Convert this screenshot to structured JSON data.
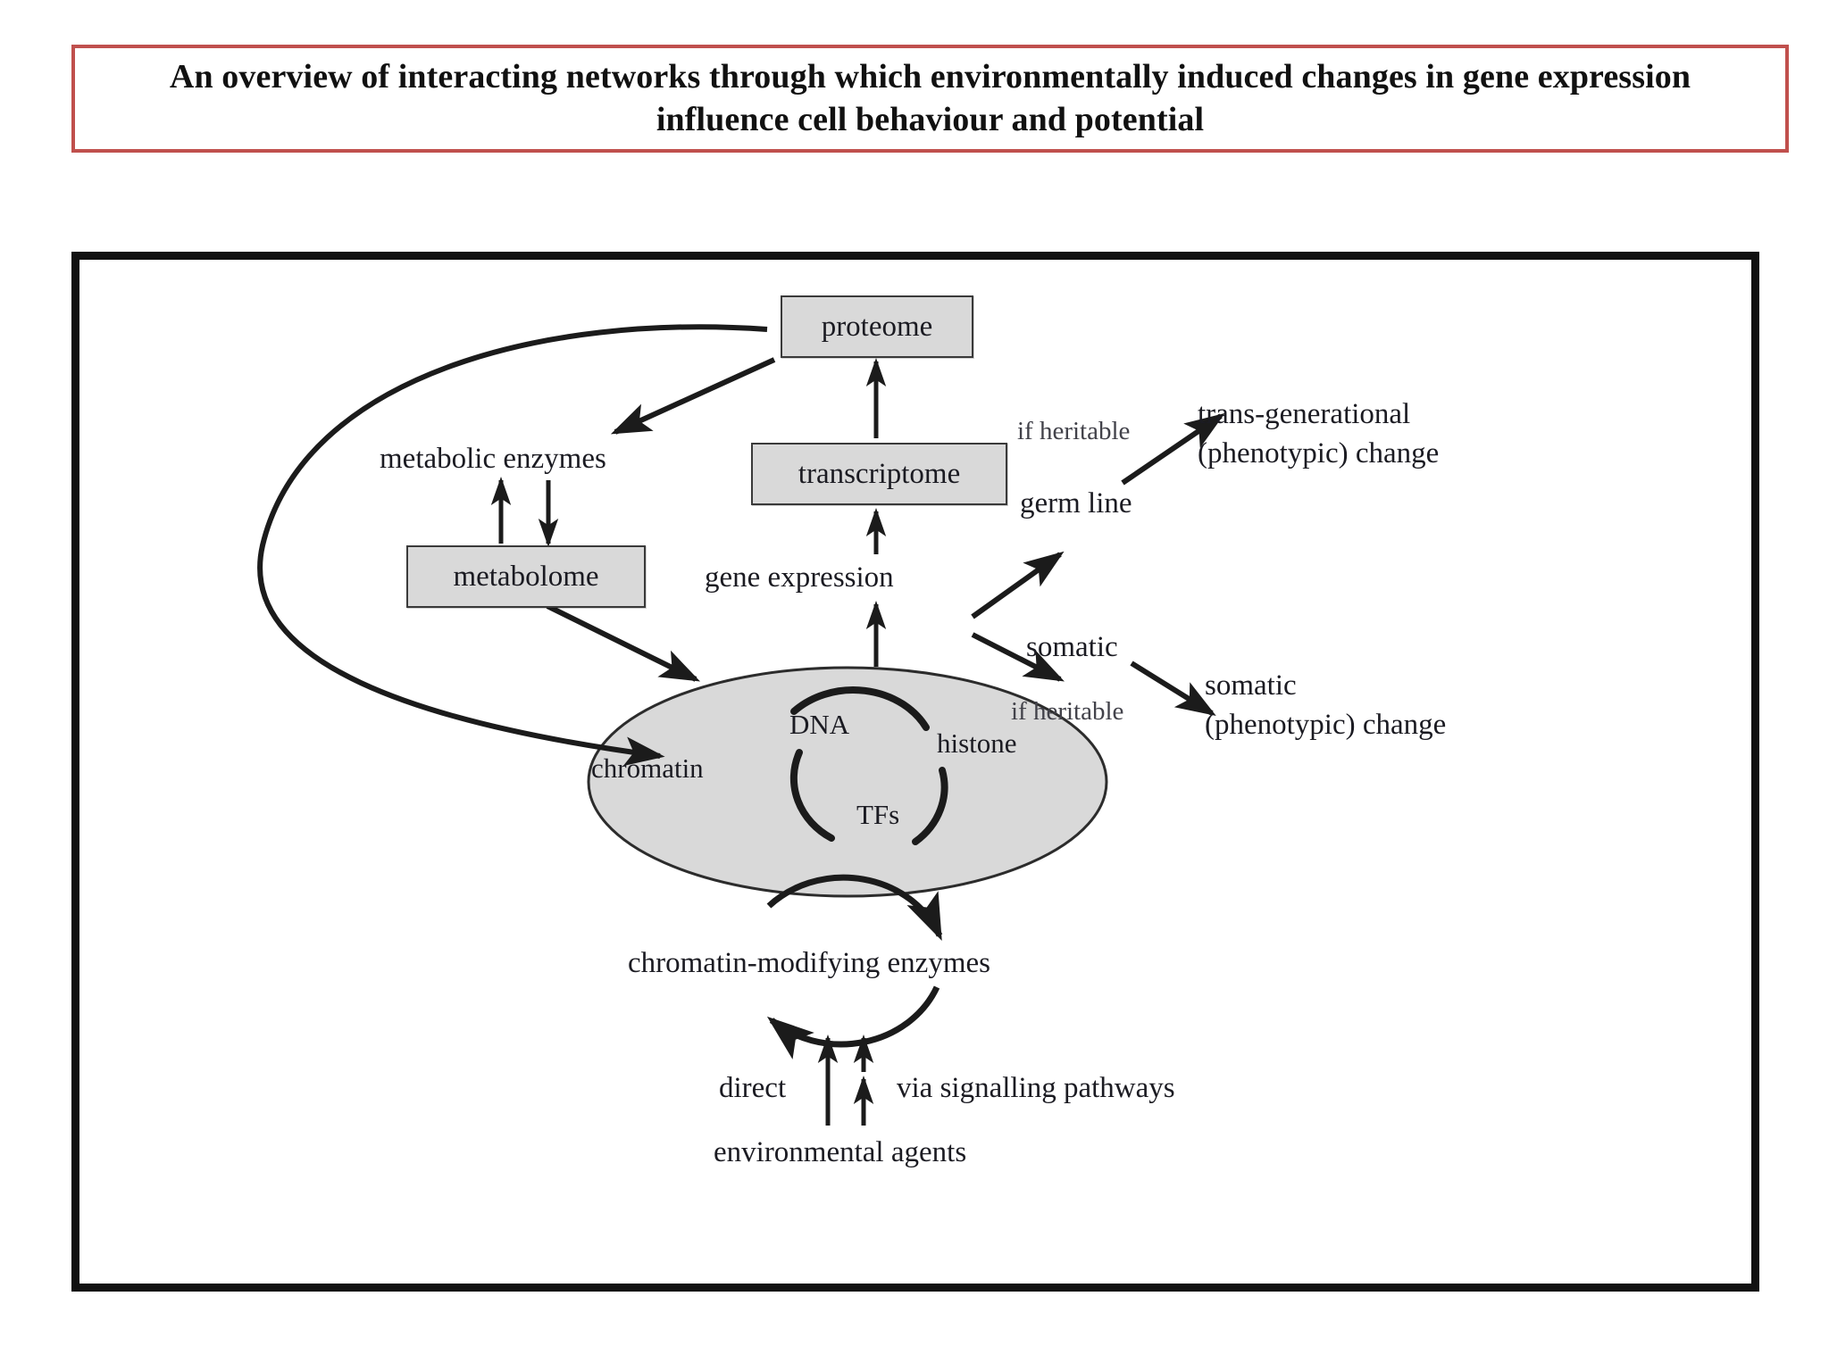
{
  "title": {
    "text": "An overview of interacting networks through which environmentally induced changes in gene expression influence cell behaviour and potential",
    "border_color": "#c0504d"
  },
  "figure": {
    "frame_color": "#111111",
    "box_fill": "#d9d9d9",
    "box_border": "#3a3a3a",
    "ellipse_fill": "#d9d9d9",
    "nodes": {
      "proteome": "proteome",
      "transcriptome": "transcriptome",
      "metabolome": "metabolome",
      "metabolic_enzymes": "metabolic enzymes",
      "gene_expression": "gene expression",
      "if_heritable_top": "if heritable",
      "germ_line": "germ line",
      "somatic": "somatic",
      "if_heritable_bottom": "if heritable",
      "trans_generational_line1": "trans-generational",
      "trans_generational_line2": "(phenotypic) change",
      "somatic_change_line1": "somatic",
      "somatic_change_line2": "(phenotypic) change",
      "chromatin": "chromatin",
      "dna": "DNA",
      "histone": "histone",
      "tfs": "TFs",
      "chromatin_modifying_enzymes": "chromatin-modifying enzymes",
      "direct": "direct",
      "via_signalling_pathways": "via signalling pathways",
      "environmental_agents": "environmental agents"
    }
  }
}
